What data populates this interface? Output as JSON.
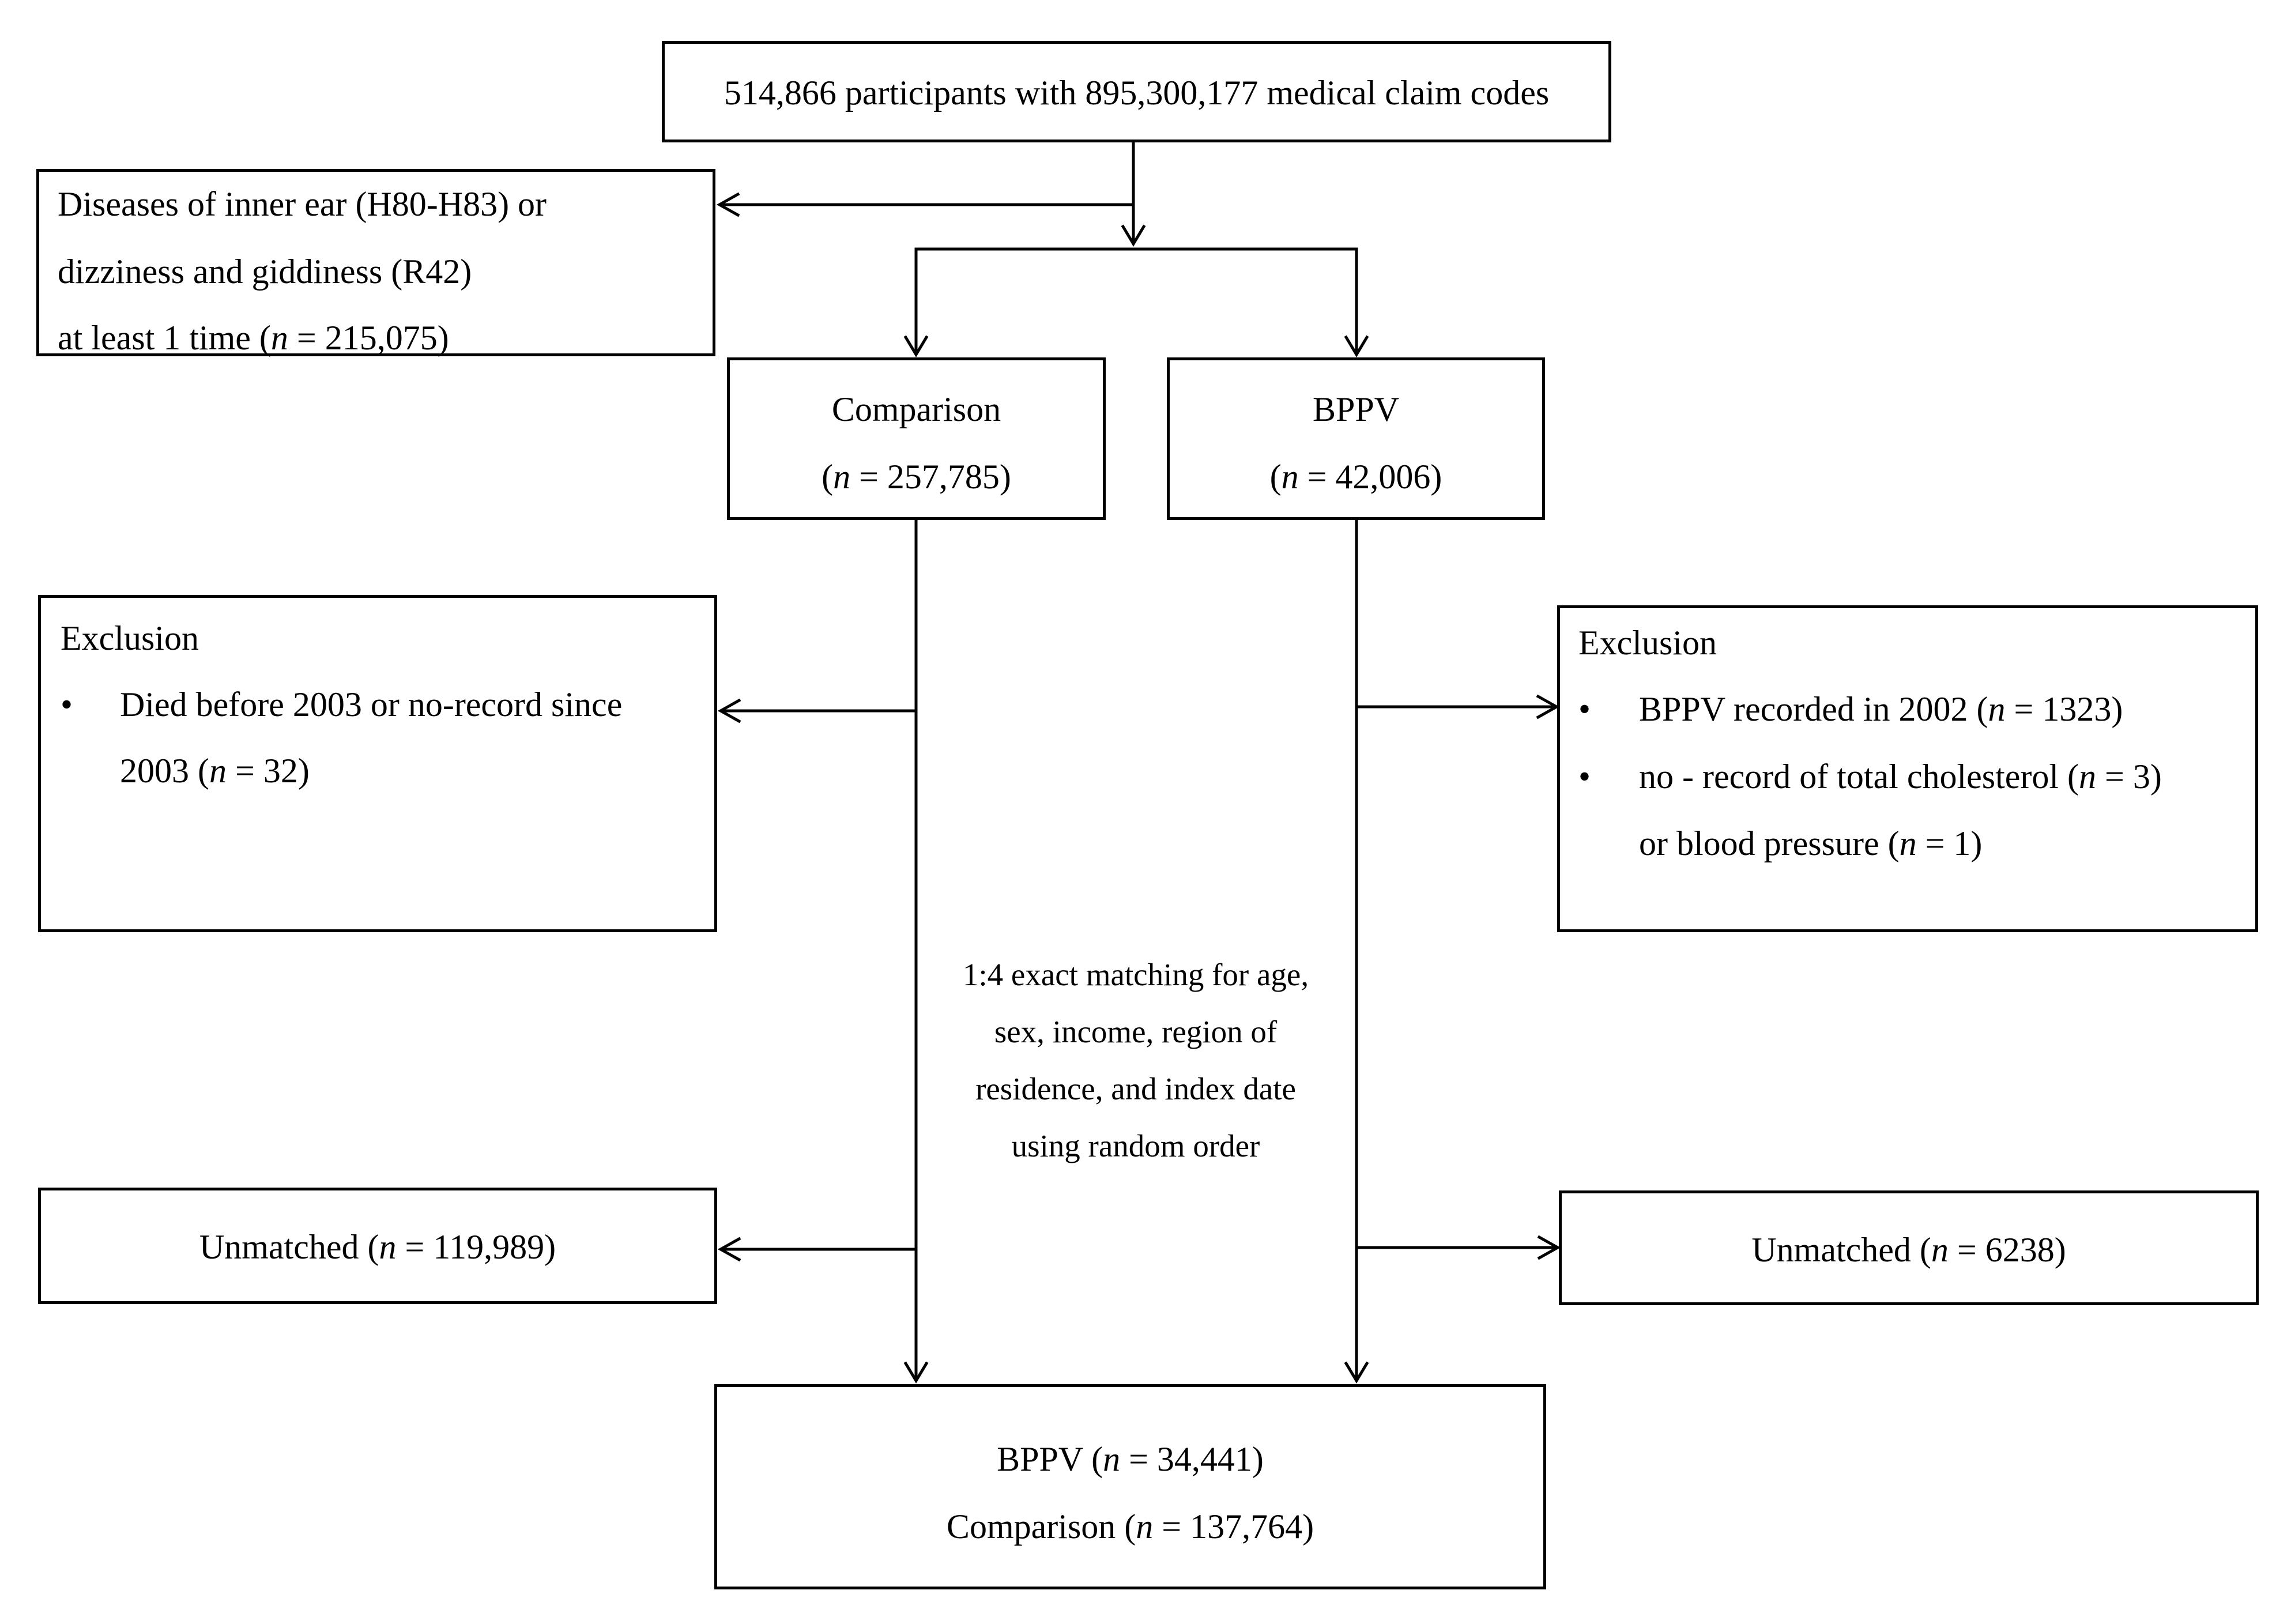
{
  "n_symbol": "n",
  "top": {
    "text": "514,866  participants  with  895,300,177  medical  claim  codes"
  },
  "inner_ear": {
    "line1": "Diseases of inner ear (H80-H83)  or",
    "line2": "dizziness  and  giddiness  (R42)",
    "line3_prefix": "at least 1 time (",
    "line3_suffix": " = 215,075)"
  },
  "comparison": {
    "title": "Comparison",
    "count_prefix": "(",
    "count_suffix": " = 257,785)"
  },
  "bppv": {
    "title": "BPPV",
    "count_prefix": "(",
    "count_suffix": " = 42,006)"
  },
  "left_exclusion": {
    "title": "Exclusion",
    "bullet": "•",
    "item1_line1": "Died before 2003 or no-record  since",
    "item1_line2_prefix": "2003  (",
    "item1_line2_suffix": " = 32)"
  },
  "right_exclusion": {
    "title": "Exclusion",
    "bullet": "•",
    "item1_prefix": "BPPV recorded in 2002 (",
    "item1_suffix": " = 1323)",
    "item2_prefix": "no - record  of total cholesterol  (",
    "item2_suffix": " = 3)",
    "item2_line2_prefix": "or blood pressure  (",
    "item2_line2_suffix": " = 1)"
  },
  "matching_note": {
    "lines": [
      "1:4 exact matching for age,",
      "sex, income, region of",
      "residence, and index date",
      "using random order"
    ]
  },
  "unmatched_left": {
    "prefix": "Unmatched  (",
    "suffix": " = 119,989)"
  },
  "unmatched_right": {
    "prefix": "Unmatched  (",
    "suffix": " = 6238)"
  },
  "final": {
    "bppv_prefix": "BPPV (",
    "bppv_suffix": " = 34,441)",
    "comparison_prefix": "Comparison  (",
    "comparison_suffix": " = 137,764)"
  }
}
